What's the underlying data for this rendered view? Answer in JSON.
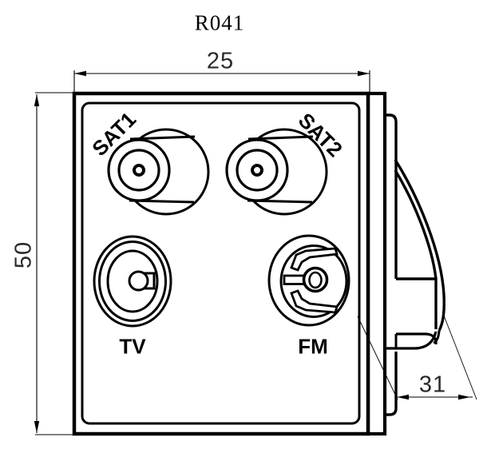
{
  "title": "R041",
  "connectors": {
    "sat1": "SAT1",
    "sat2": "SAT2",
    "tv": "TV",
    "fm": "FM"
  },
  "dimensions": {
    "width": "25",
    "height": "50",
    "depth": "31"
  },
  "colors": {
    "line": "#000000",
    "background": "#ffffff"
  }
}
